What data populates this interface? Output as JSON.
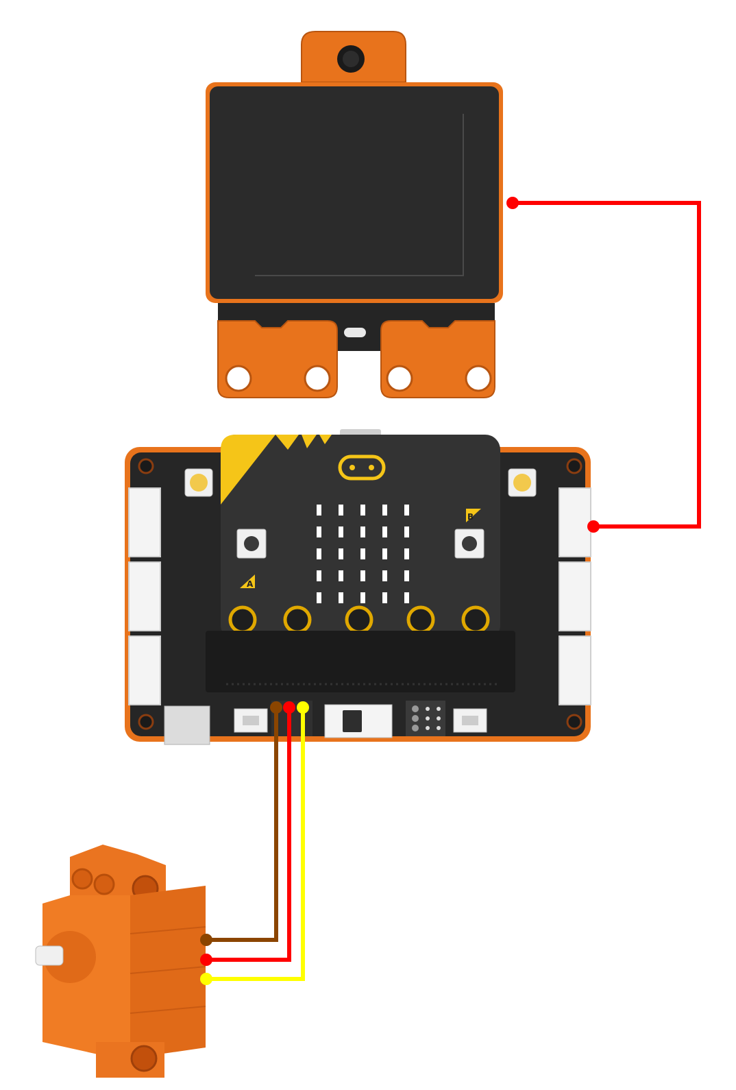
{
  "diagram": {
    "components": {
      "camera_module": {
        "icon": "ai-camera-module"
      },
      "expansion_board": {
        "icon": "microbit-expansion-board",
        "button_a_label": "A",
        "button_b_label": "B"
      },
      "servo": {
        "icon": "geek-servo"
      }
    },
    "wires": [
      {
        "from": "camera_module",
        "to": "expansion_board",
        "color": "#ff0000"
      },
      {
        "from": "expansion_board",
        "to": "servo",
        "signal_index": 0,
        "color": "#8b4500"
      },
      {
        "from": "expansion_board",
        "to": "servo",
        "signal_index": 1,
        "color": "#ff0000"
      },
      {
        "from": "expansion_board",
        "to": "servo",
        "signal_index": 2,
        "color": "#ffff00"
      }
    ],
    "colors": {
      "housing_orange": "#e8731c",
      "board_black": "#2a2a2a",
      "accent_yellow": "#f5c518"
    }
  }
}
